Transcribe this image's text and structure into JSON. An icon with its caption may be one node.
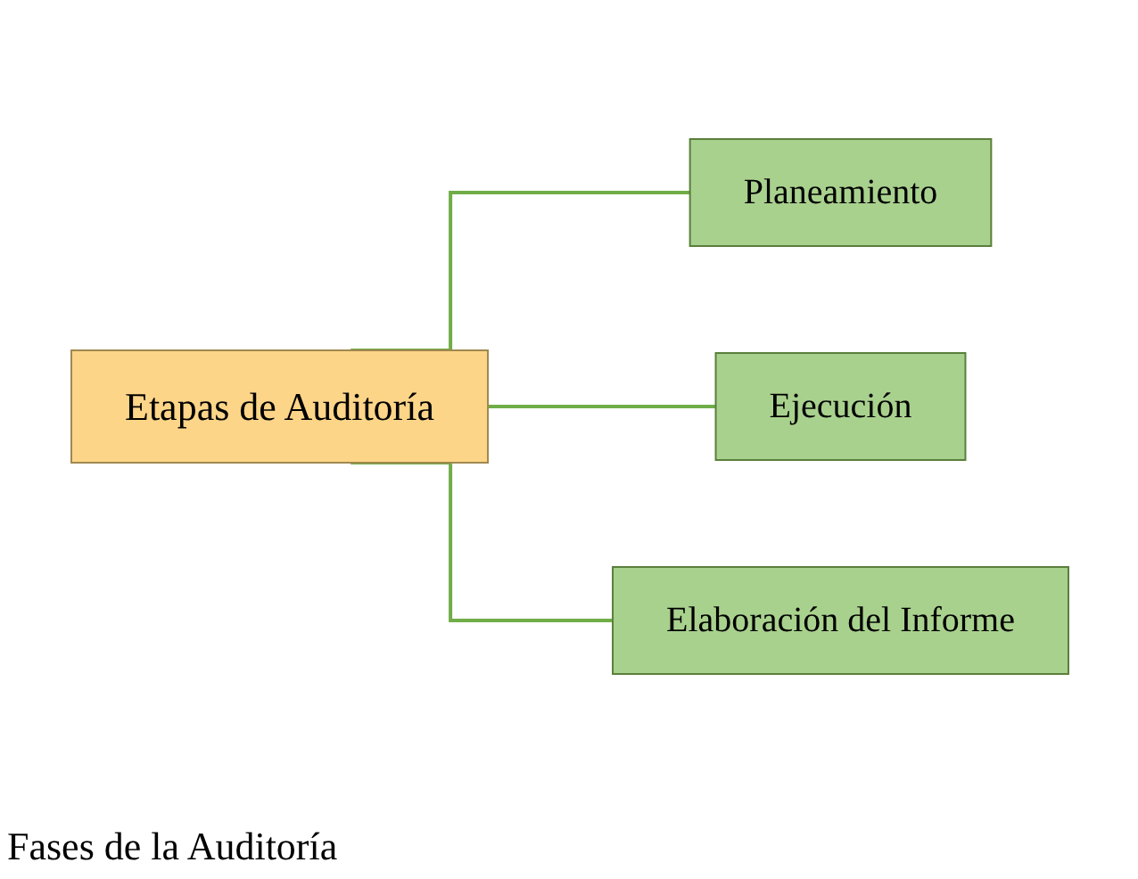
{
  "diagram": {
    "caption": "Fases de la Auditoría",
    "nodes": [
      {
        "text": [
          "Etapas de Auditoría"
        ]
      },
      {
        "text": [
          "Planeamiento"
        ]
      },
      {
        "text": [
          "Ejecución"
        ]
      },
      {
        "text": [
          "Elaboración del Informe"
        ]
      }
    ],
    "edges": [
      {
        "from": 0,
        "to": 1,
        "arrow": "none"
      },
      {
        "from": 0,
        "to": 2,
        "arrow": "none"
      },
      {
        "from": 0,
        "to": 3,
        "arrow": "none"
      }
    ]
  }
}
